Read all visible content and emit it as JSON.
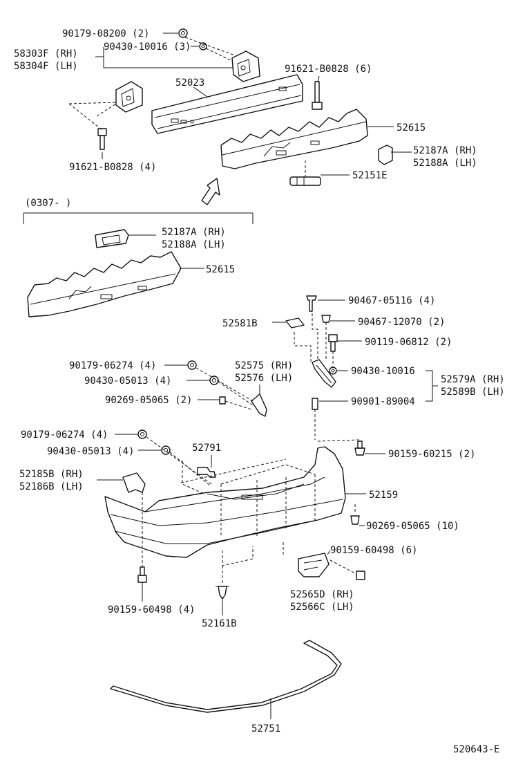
{
  "diagram_id": "520643-E",
  "revision_note": "(0307-        )",
  "labels": {
    "l90179_08200": "90179-08200 (2)",
    "l90430_10016_3": "90430-10016 (3)",
    "l58303F": "58303F (RH)",
    "l58304F": "58304F (LH)",
    "l52023": "52023",
    "l91621_top": "91621-B0828 (6)",
    "l52615_top": "52615",
    "l52187A_top": "52187A (RH)",
    "l52188A_top": "52188A (LH)",
    "l52151E": "52151E",
    "l91621_left": "91621-B0828 (4)",
    "l52187A_mid": "52187A (RH)",
    "l52188A_mid": "52188A (LH)",
    "l52615_mid": "52615",
    "l90467_05116": "90467-05116 (4)",
    "l52581B": "52581B",
    "l90467_12070": "90467-12070 (2)",
    "l90119_06812": "90119-06812 (2)",
    "l90179_06274_a": "90179-06274 (4)",
    "l52575": "52575 (RH)",
    "l52576": "52576 (LH)",
    "l90430_05013_a": "90430-05013 (4)",
    "l90430_10016": "90430-10016",
    "l52579A": "52579A (RH)",
    "l52589B": "52589B (LH)",
    "l90269_05065_2": "90269-05065 (2)",
    "l90901_89004": "90901-89004",
    "l90179_06274_b": "90179-06274 (4)",
    "l52791": "52791",
    "l90159_60215": "90159-60215 (2)",
    "l90430_05013_b": "90430-05013 (4)",
    "l52185B": "52185B (RH)",
    "l52186B": "52186B (LH)",
    "l52159": "52159",
    "l90269_05065_10": "90269-05065 (10)",
    "l90159_60498_6": "90159-60498 (6)",
    "l52565D": "52565D (RH)",
    "l52566C": "52566C (LH)",
    "l90159_60498_4": "90159-60498 (4)",
    "l52161B": "52161B",
    "l52751": "52751"
  }
}
